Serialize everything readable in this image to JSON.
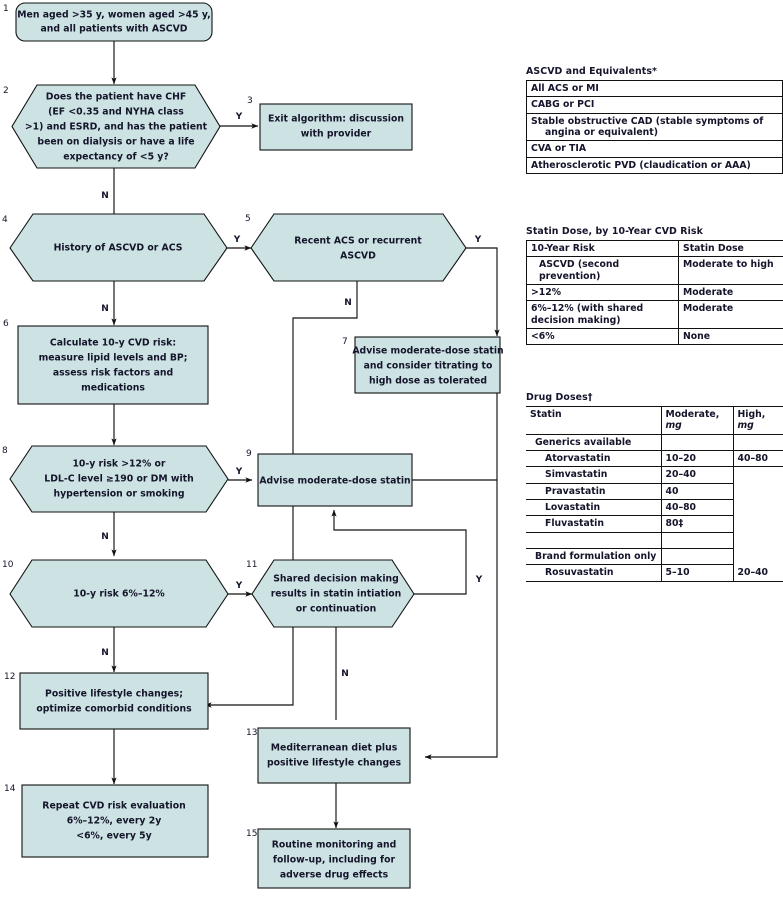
{
  "colors": {
    "node_fill": "#cde3e3",
    "stroke": "#111111",
    "text": "#14142b"
  },
  "flowchart": {
    "nodes": [
      {
        "id": "1",
        "shape": "rounded-rect",
        "lines": [
          "Men aged >35 y, women aged >45 y,",
          "and all patients with ASCVD"
        ]
      },
      {
        "id": "2",
        "shape": "hexagon",
        "lines": [
          "Does the patient have CHF",
          "(EF <0.35 and NYHA class",
          ">1) and ESRD, and has the patient",
          "been on dialysis or have a life",
          "expectancy of <5 y?"
        ]
      },
      {
        "id": "3",
        "shape": "rect",
        "lines": [
          "Exit algorithm: discussion",
          "with provider"
        ]
      },
      {
        "id": "4",
        "shape": "hexagon",
        "lines": [
          "History of ASCVD or ACS"
        ]
      },
      {
        "id": "5",
        "shape": "hexagon",
        "lines": [
          "Recent ACS or recurrent",
          "ASCVD"
        ]
      },
      {
        "id": "6",
        "shape": "rect",
        "lines": [
          "Calculate 10-y CVD risk:",
          "measure lipid levels and BP;",
          "assess risk factors and",
          "medications"
        ]
      },
      {
        "id": "7",
        "shape": "rect",
        "lines": [
          "Advise moderate-dose statin",
          "and consider titrating to",
          "high dose as tolerated"
        ]
      },
      {
        "id": "8",
        "shape": "hexagon",
        "lines": [
          "10-y risk >12% or",
          "LDL-C level ≥190 or DM with",
          "hypertension or smoking"
        ]
      },
      {
        "id": "9",
        "shape": "rect",
        "lines": [
          "Advise moderate-dose statin"
        ]
      },
      {
        "id": "10",
        "shape": "hexagon",
        "lines": [
          "10-y risk 6%–12%"
        ]
      },
      {
        "id": "11",
        "shape": "hexagon",
        "lines": [
          "Shared decision making",
          "results in statin intiation",
          "or continuation"
        ]
      },
      {
        "id": "12",
        "shape": "rect",
        "lines": [
          "Positive lifestyle changes;",
          "optimize comorbid conditions"
        ]
      },
      {
        "id": "13",
        "shape": "rect",
        "lines": [
          "Mediterranean diet plus",
          "positive lifestyle changes"
        ]
      },
      {
        "id": "14",
        "shape": "rect",
        "lines": [
          "Repeat CVD risk evaluation",
          "6%–12%, every 2y",
          "<6%, every 5y"
        ]
      },
      {
        "id": "15",
        "shape": "rect",
        "lines": [
          "Routine monitoring and",
          "follow-up, including for",
          "adverse drug effects"
        ]
      }
    ],
    "edge_labels": {
      "yes": "Y",
      "no": "N"
    }
  },
  "tables": {
    "ascvd": {
      "title": "ASCVD and Equivalents*",
      "rows": [
        [
          "All ACS or MI"
        ],
        [
          "CABG or PCI"
        ],
        [
          "Stable obstructive CAD (stable symptoms of",
          "    angina or equivalent)"
        ],
        [
          "CVA or TIA"
        ],
        [
          "Atherosclerotic PVD (claudication or AAA)"
        ]
      ]
    },
    "statin_dose": {
      "title": "Statin Dose, by 10-Year CVD Risk",
      "header": [
        "10-Year Risk",
        "Statin Dose"
      ],
      "rows": [
        {
          "risk": "ASCVD (second prevention)",
          "dose": "Moderate to high",
          "indent": true
        },
        {
          "risk": ">12%",
          "dose": "Moderate",
          "indent": false
        },
        {
          "risk": "6%–12% (with shared\ndecision making)",
          "dose": "Moderate",
          "indent": false
        },
        {
          "risk": "<6%",
          "dose": "None",
          "indent": false
        }
      ]
    },
    "drug_doses": {
      "title": "Drug Doses†",
      "header": [
        "Statin",
        "Moderate, mg",
        "High, mg"
      ],
      "header_italic_units": [
        "mg",
        "mg"
      ],
      "rows": [
        {
          "name": "Generics available",
          "moderate": "",
          "high": "",
          "level": 1
        },
        {
          "name": "Atorvastatin",
          "moderate": "10–20",
          "high": "40–80",
          "level": 2
        },
        {
          "name": "Simvastatin",
          "moderate": "20–40",
          "high": "",
          "level": 2
        },
        {
          "name": "Pravastatin",
          "moderate": "40",
          "high": "",
          "level": 2
        },
        {
          "name": "Lovastatin",
          "moderate": "40–80",
          "high": "",
          "level": 2
        },
        {
          "name": "Fluvastatin",
          "moderate": "80‡",
          "high": "",
          "level": 2
        },
        {
          "name": "",
          "moderate": "",
          "high": "",
          "level": 0
        },
        {
          "name": "Brand formulation only",
          "moderate": "",
          "high": "",
          "level": 1
        },
        {
          "name": "Rosuvastatin",
          "moderate": "5–10",
          "high": "20–40",
          "level": 2
        }
      ]
    }
  }
}
